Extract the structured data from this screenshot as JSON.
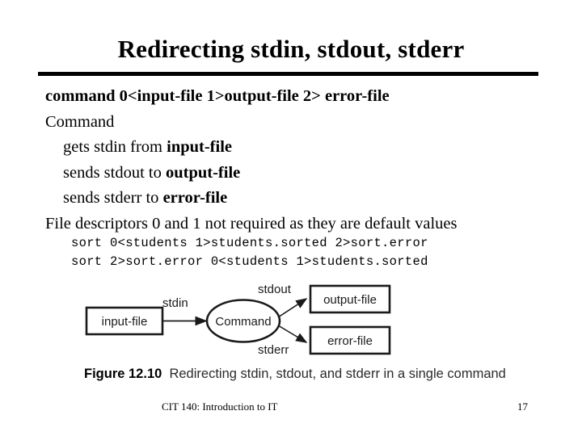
{
  "slide": {
    "title": "Redirecting stdin, stdout, stderr",
    "body_lines": [
      {
        "text": "command 0<input-file 1>output-file 2> error-file",
        "style": "bold",
        "indent": false
      },
      {
        "text": "Command",
        "style": "regular",
        "indent": false
      },
      {
        "prefix": "gets stdin from ",
        "emphasis": "input-file",
        "style": "mixed",
        "indent": true
      },
      {
        "prefix": "sends stdout to ",
        "emphasis": "output-file",
        "style": "mixed",
        "indent": true
      },
      {
        "prefix": "sends stderr to ",
        "emphasis": "error-file",
        "style": "mixed",
        "indent": true
      },
      {
        "text": "File descriptors 0 and 1 not required as they are default values",
        "style": "regular",
        "indent": false
      }
    ],
    "code_lines": [
      "sort 0<students 1>students.sorted 2>sort.error",
      "sort 2>sort.error 0<students 1>students.sorted"
    ]
  },
  "figure": {
    "input_box": "input-file",
    "process_node": "Command",
    "output_box": "output-file",
    "error_box": "error-file",
    "stdin_label": "stdin",
    "stdout_label": "stdout",
    "stderr_label": "stderr",
    "caption_label": "Figure 12.10",
    "caption_text": "Redirecting stdin, stdout, and stderr in a single command"
  },
  "footer": {
    "course": "CIT 140: Introduction to IT",
    "page_number": "17"
  },
  "colors": {
    "background": "#ffffff",
    "text": "#000000",
    "rule": "#000000",
    "caption_text": "#2b2b2b"
  }
}
